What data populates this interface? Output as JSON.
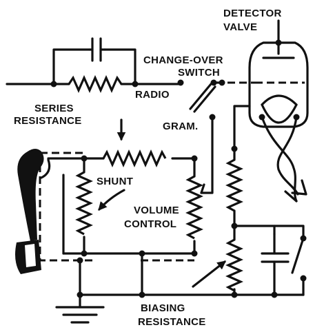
{
  "labels": {
    "detector_valve_line1": "DETECTOR",
    "detector_valve_line2": "VALVE",
    "change_over_line1": "CHANGE-OVER",
    "change_over_line2": "SWITCH",
    "radio": "RADIO",
    "gram": "GRAM.",
    "series_line1": "SERIES",
    "series_line2": "RESISTANCE",
    "shunt": "SHUNT",
    "volume_line1": "VOLUME",
    "volume_line2": "CONTROL",
    "biasing_line1": "BIASING",
    "biasing_line2": "RESISTANCE"
  },
  "colors": {
    "ink": "#111111",
    "paper": "#ffffff"
  },
  "icons": [
    "pickup-icon",
    "earth-icon",
    "valve-icon",
    "capacitor-icon",
    "switch-icon",
    "arrow-icon"
  ]
}
